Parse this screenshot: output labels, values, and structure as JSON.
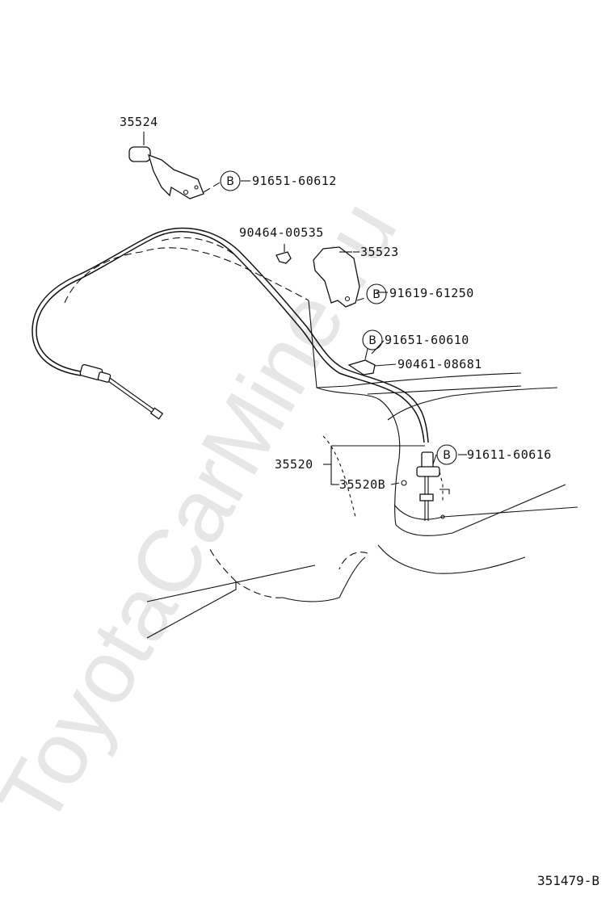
{
  "watermark": "ToyotaCarMine.ru",
  "diagram_code": "351479-B",
  "bolt_marker": "B",
  "labels": {
    "p35524": "35524",
    "p91651_60612": "91651-60612",
    "p90464_00535": "90464-00535",
    "p35523": "35523",
    "p91619_61250": "91619-61250",
    "p91651_60610": "91651-60610",
    "p90461_08681": "90461-08681",
    "p35520": "35520",
    "p35520B": "35520B",
    "p91611_60616": "91611-60616"
  }
}
